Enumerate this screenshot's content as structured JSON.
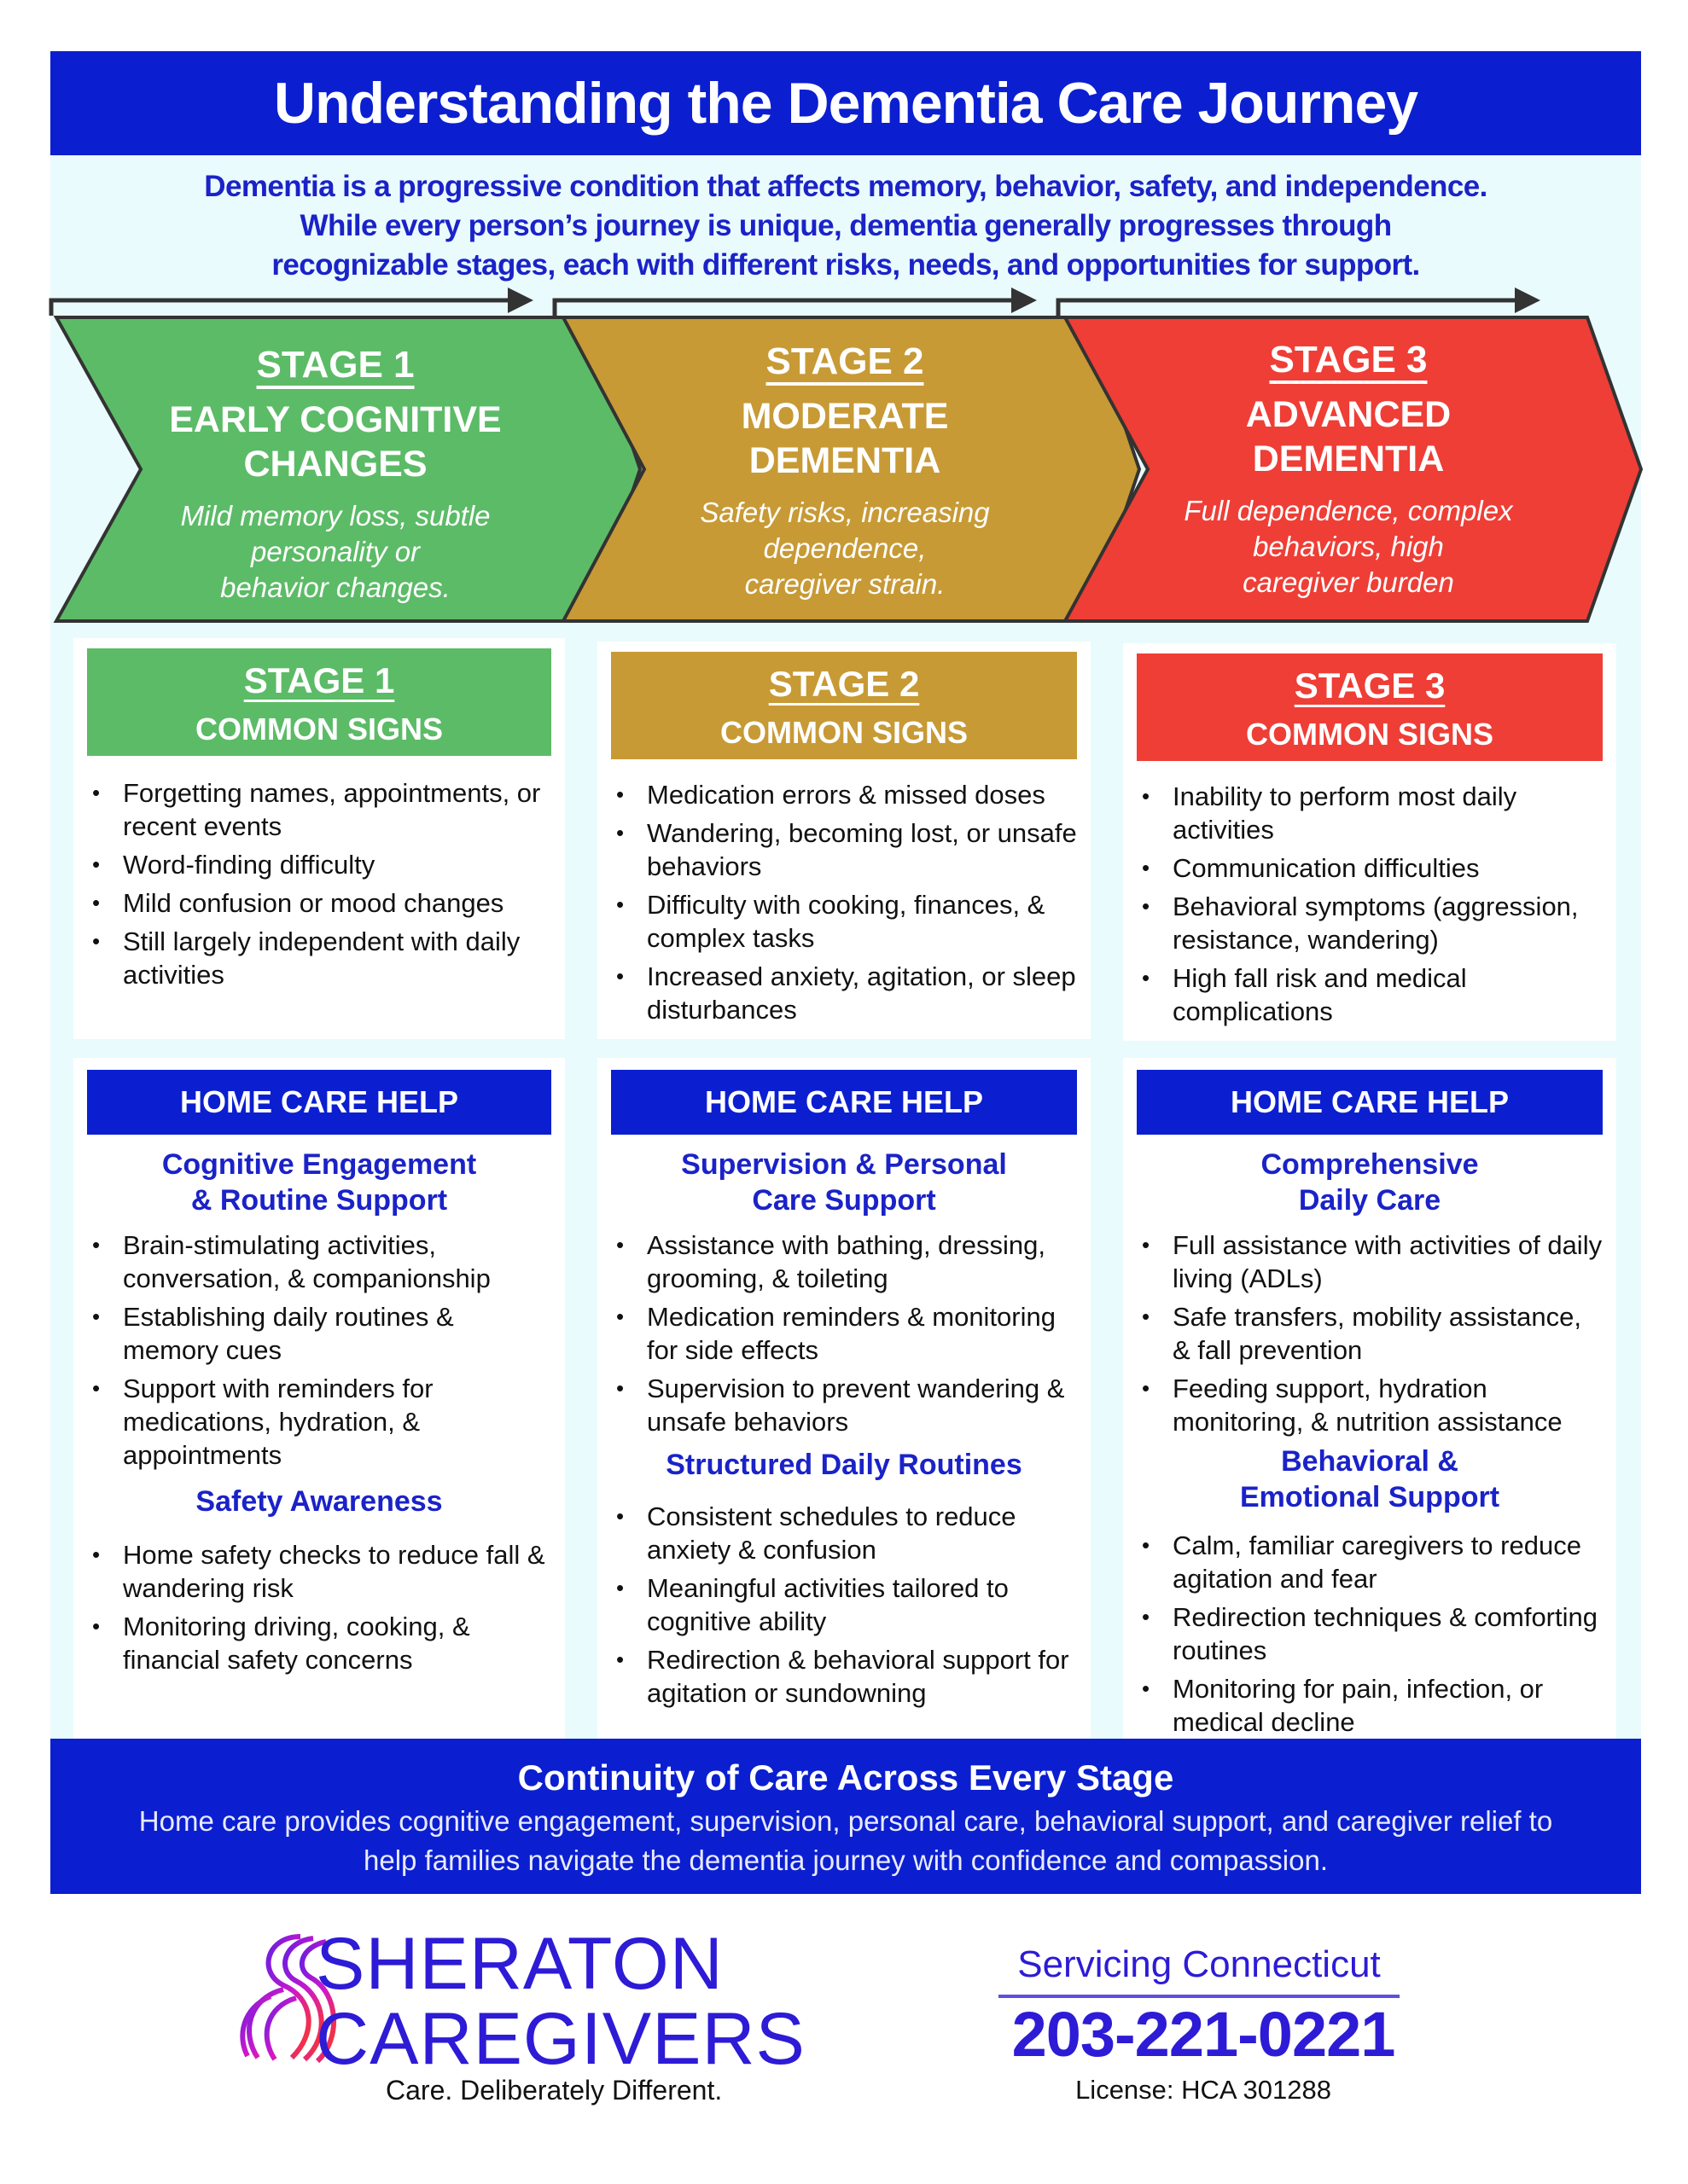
{
  "title": "Understanding the Dementia Care Journey",
  "intro": [
    "Dementia is a progressive condition that affects memory, behavior, safety, and independence.",
    "While every person’s journey is unique, dementia generally progresses through",
    "recognizable stages, each with different risks, needs, and opportunities for support."
  ],
  "colors": {
    "blue": "#0b1fd0",
    "stage1": "#5cbb67",
    "stage2": "#c79a35",
    "stage3": "#ee3e36"
  },
  "stages": [
    {
      "stage": "STAGE 1",
      "name": "EARLY COGNITIVE\nCHANGES",
      "desc": "Mild memory loss, subtle\npersonality or\nbehavior changes."
    },
    {
      "stage": "STAGE 2",
      "name": "MODERATE\nDEMENTIA",
      "desc": "Safety risks, increasing\ndependence,\ncaregiver strain."
    },
    {
      "stage": "STAGE 3",
      "name": "ADVANCED\nDEMENTIA",
      "desc": "Full dependence, complex\nbehaviors, high\ncaregiver burden"
    }
  ],
  "signs": [
    {
      "stage": "STAGE 1",
      "label": "COMMON SIGNS",
      "items": [
        "Forgetting names, appointments, or recent events",
        "Word-finding difficulty",
        "Mild confusion or mood changes",
        "Still largely independent with daily activities"
      ]
    },
    {
      "stage": "STAGE 2",
      "label": "COMMON SIGNS",
      "items": [
        "Medication errors & missed doses",
        "Wandering, becoming lost, or unsafe behaviors",
        "Difficulty with cooking, finances, & complex tasks",
        "Increased anxiety, agitation, or sleep disturbances"
      ]
    },
    {
      "stage": "STAGE 3",
      "label": "COMMON SIGNS",
      "items": [
        "Inability to perform most daily activities",
        "Communication difficulties",
        "Behavioral symptoms (aggression, resistance, wandering)",
        "High fall risk and medical complications"
      ]
    }
  ],
  "help": [
    {
      "header": "HOME CARE HELP",
      "sections": [
        {
          "title": "Cognitive Engagement\n& Routine Support",
          "items": [
            "Brain-stimulating activities, conversation, & companionship",
            "Establishing daily routines & memory cues",
            "Support with reminders for medications, hydration, & appointments"
          ]
        },
        {
          "title": "Safety Awareness",
          "items": [
            "Home safety checks to reduce fall & wandering risk",
            "Monitoring driving, cooking, & financial safety concerns"
          ]
        }
      ]
    },
    {
      "header": "HOME CARE HELP",
      "sections": [
        {
          "title": "Supervision & Personal\nCare Support",
          "items": [
            "Assistance with bathing, dressing, grooming, & toileting",
            "Medication reminders & monitoring for side effects",
            "Supervision to prevent wandering & unsafe behaviors"
          ]
        },
        {
          "title": "Structured Daily Routines",
          "items": [
            "Consistent schedules to reduce anxiety & confusion",
            "Meaningful activities tailored to cognitive ability",
            "Redirection & behavioral support for agitation or sundowning"
          ]
        }
      ]
    },
    {
      "header": "HOME CARE HELP",
      "sections": [
        {
          "title": "Comprehensive\nDaily Care",
          "items": [
            "Full assistance with activities of daily living (ADLs)",
            "Safe transfers, mobility assistance, & fall prevention",
            "Feeding support, hydration monitoring, & nutrition assistance"
          ]
        },
        {
          "title": "Behavioral &\nEmotional Support",
          "items": [
            "Calm, familiar caregivers to reduce agitation and fear",
            "Redirection techniques & comforting routines",
            "Monitoring for pain, infection, or medical decline"
          ]
        }
      ]
    }
  ],
  "footer": {
    "title": "Continuity of Care Across Every Stage",
    "text": "Home care provides cognitive engagement, supervision, personal care, behavioral support, and caregiver relief to help families navigate the dementia journey with confidence and compassion."
  },
  "brand": {
    "line1": "SHERATON",
    "line2": "CAREGIVERS",
    "tagline": "Care. Deliberately Different.",
    "service": "Servicing Connecticut",
    "phone": "203-221-0221",
    "license": "License: HCA 301288"
  }
}
